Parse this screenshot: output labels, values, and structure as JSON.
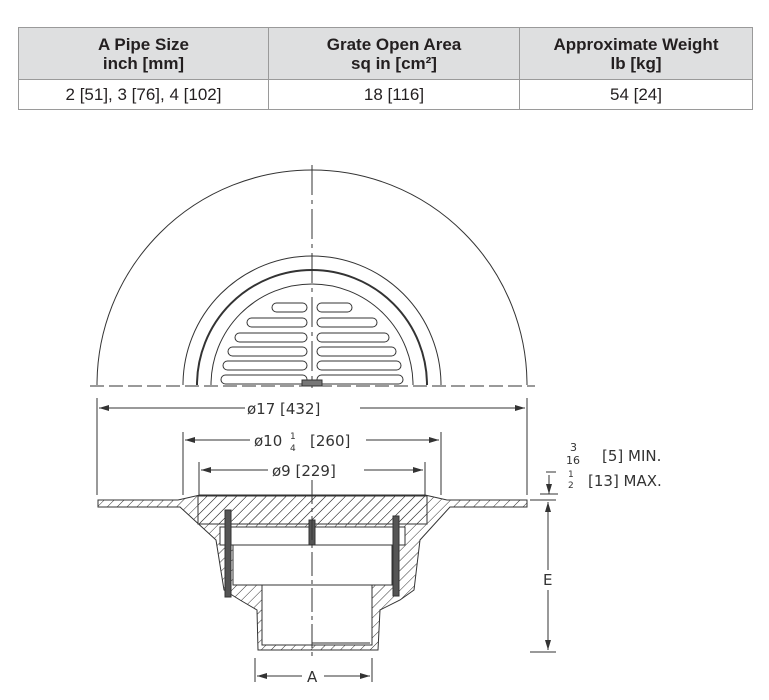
{
  "table": {
    "headers": [
      {
        "line1": "A Pipe Size",
        "line2": "inch [mm]"
      },
      {
        "line1": "Grate Open Area",
        "line2": "sq in [cm²]"
      },
      {
        "line1": "Approximate Weight",
        "line2": "lb [kg]"
      }
    ],
    "rows": [
      [
        "2 [51], 3 [76], 4 [102]",
        "18 [116]",
        "54 [24]"
      ]
    ]
  },
  "drawing": {
    "dim_outer": "ø17  [432]",
    "dim_mid": "ø10",
    "dim_mid_frac_num": "1",
    "dim_mid_frac_den": "4",
    "dim_mid_mm": "[260]",
    "dim_inner": "ø9  [229]",
    "min_frac_num": "3",
    "min_frac_den": "16",
    "min_text": "[5]  MIN.",
    "max_frac_num": "1",
    "max_frac_den": "2",
    "max_text": "[13]  MAX.",
    "label_e": "E",
    "label_a": "A"
  },
  "colors": {
    "header_bg": "#dedfe0",
    "border": "#9a9a9a",
    "line": "#333333"
  }
}
